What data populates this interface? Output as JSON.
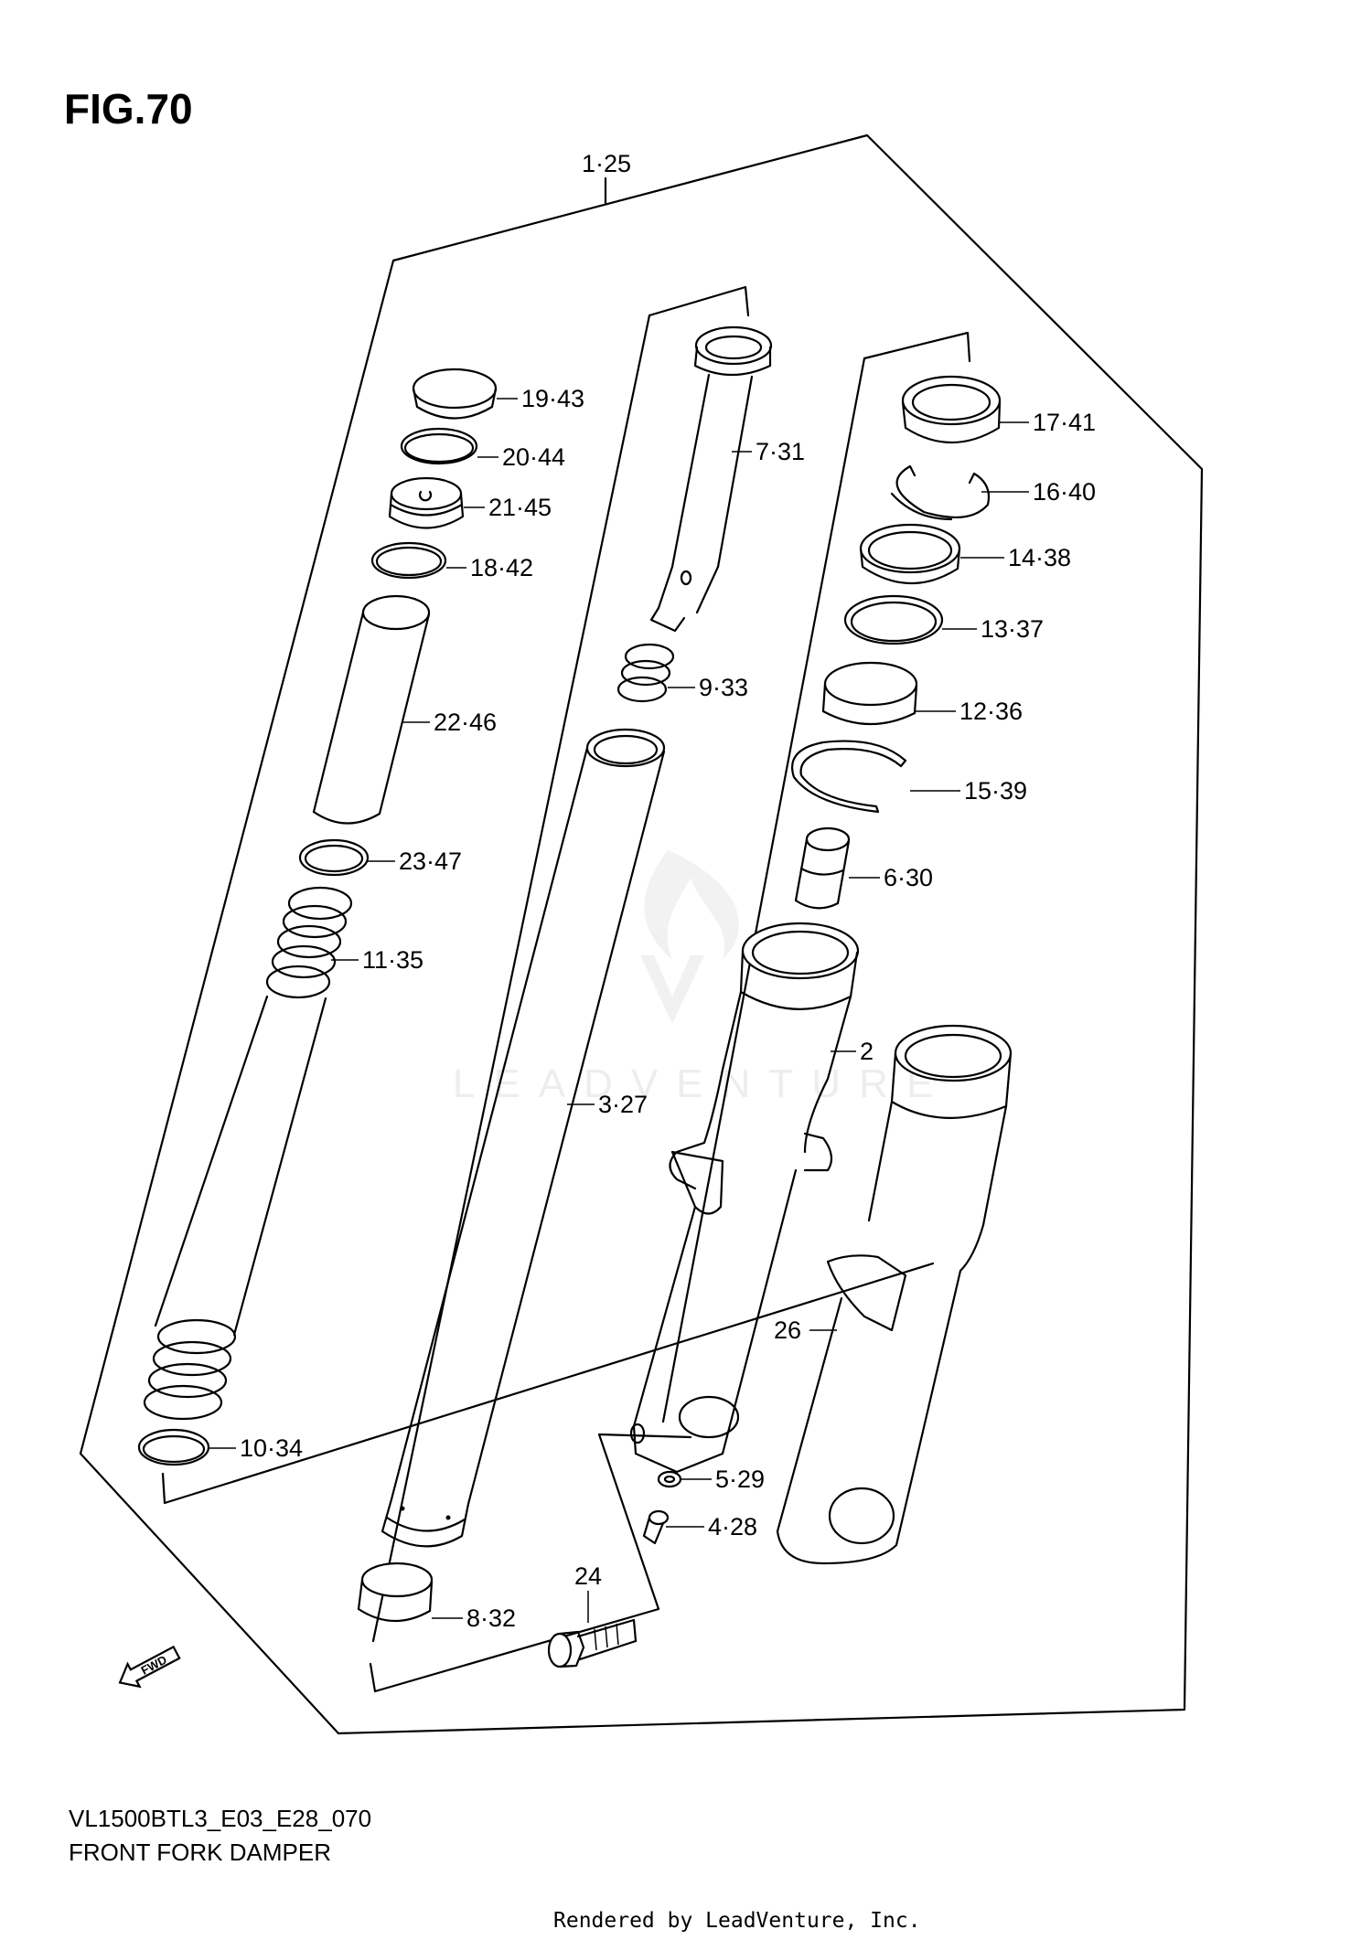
{
  "figure": {
    "title": "FIG.70",
    "model_code": "VL1500BTL3_E03_E28_070",
    "name": "FRONT FORK DAMPER",
    "credit": "Rendered by LeadVenture, Inc.",
    "watermark": "LEADVENTURE",
    "fwd_label": "FWD"
  },
  "callouts": {
    "c1": "1·25",
    "c19": "19·43",
    "c20": "20·44",
    "c21": "21·45",
    "c18": "18·42",
    "c22": "22·46",
    "c23": "23·47",
    "c11": "11·35",
    "c10": "10·34",
    "c7": "7·31",
    "c9": "9·33",
    "c3": "3·27",
    "c8": "8·32",
    "c24": "24",
    "c5": "5·29",
    "c4": "4·28",
    "c17": "17·41",
    "c16": "16·40",
    "c14": "14·38",
    "c13": "13·37",
    "c12": "12·36",
    "c15": "15·39",
    "c6": "6·30",
    "c2": "2",
    "c26": "26"
  }
}
